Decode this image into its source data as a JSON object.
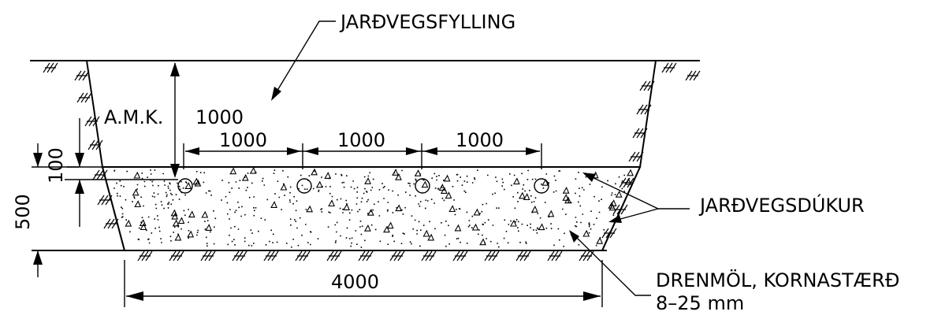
{
  "labels": {
    "fill": "JARÐVEGSFYLLING",
    "cover": "A.M.K.",
    "fabric": "JARÐVEGSDÚKUR",
    "gravel_line1": "DRENMÖL, KORNASTÆRÐ",
    "gravel_line2": "8–25 mm"
  },
  "dimensions": {
    "cover_depth": "1000",
    "pipe_spacing_1": "1000",
    "pipe_spacing_2": "1000",
    "pipe_spacing_3": "1000",
    "pipe_offset": "100",
    "gravel_depth": "500",
    "bottom_width": "4000"
  },
  "pipes": {
    "count": 4
  }
}
